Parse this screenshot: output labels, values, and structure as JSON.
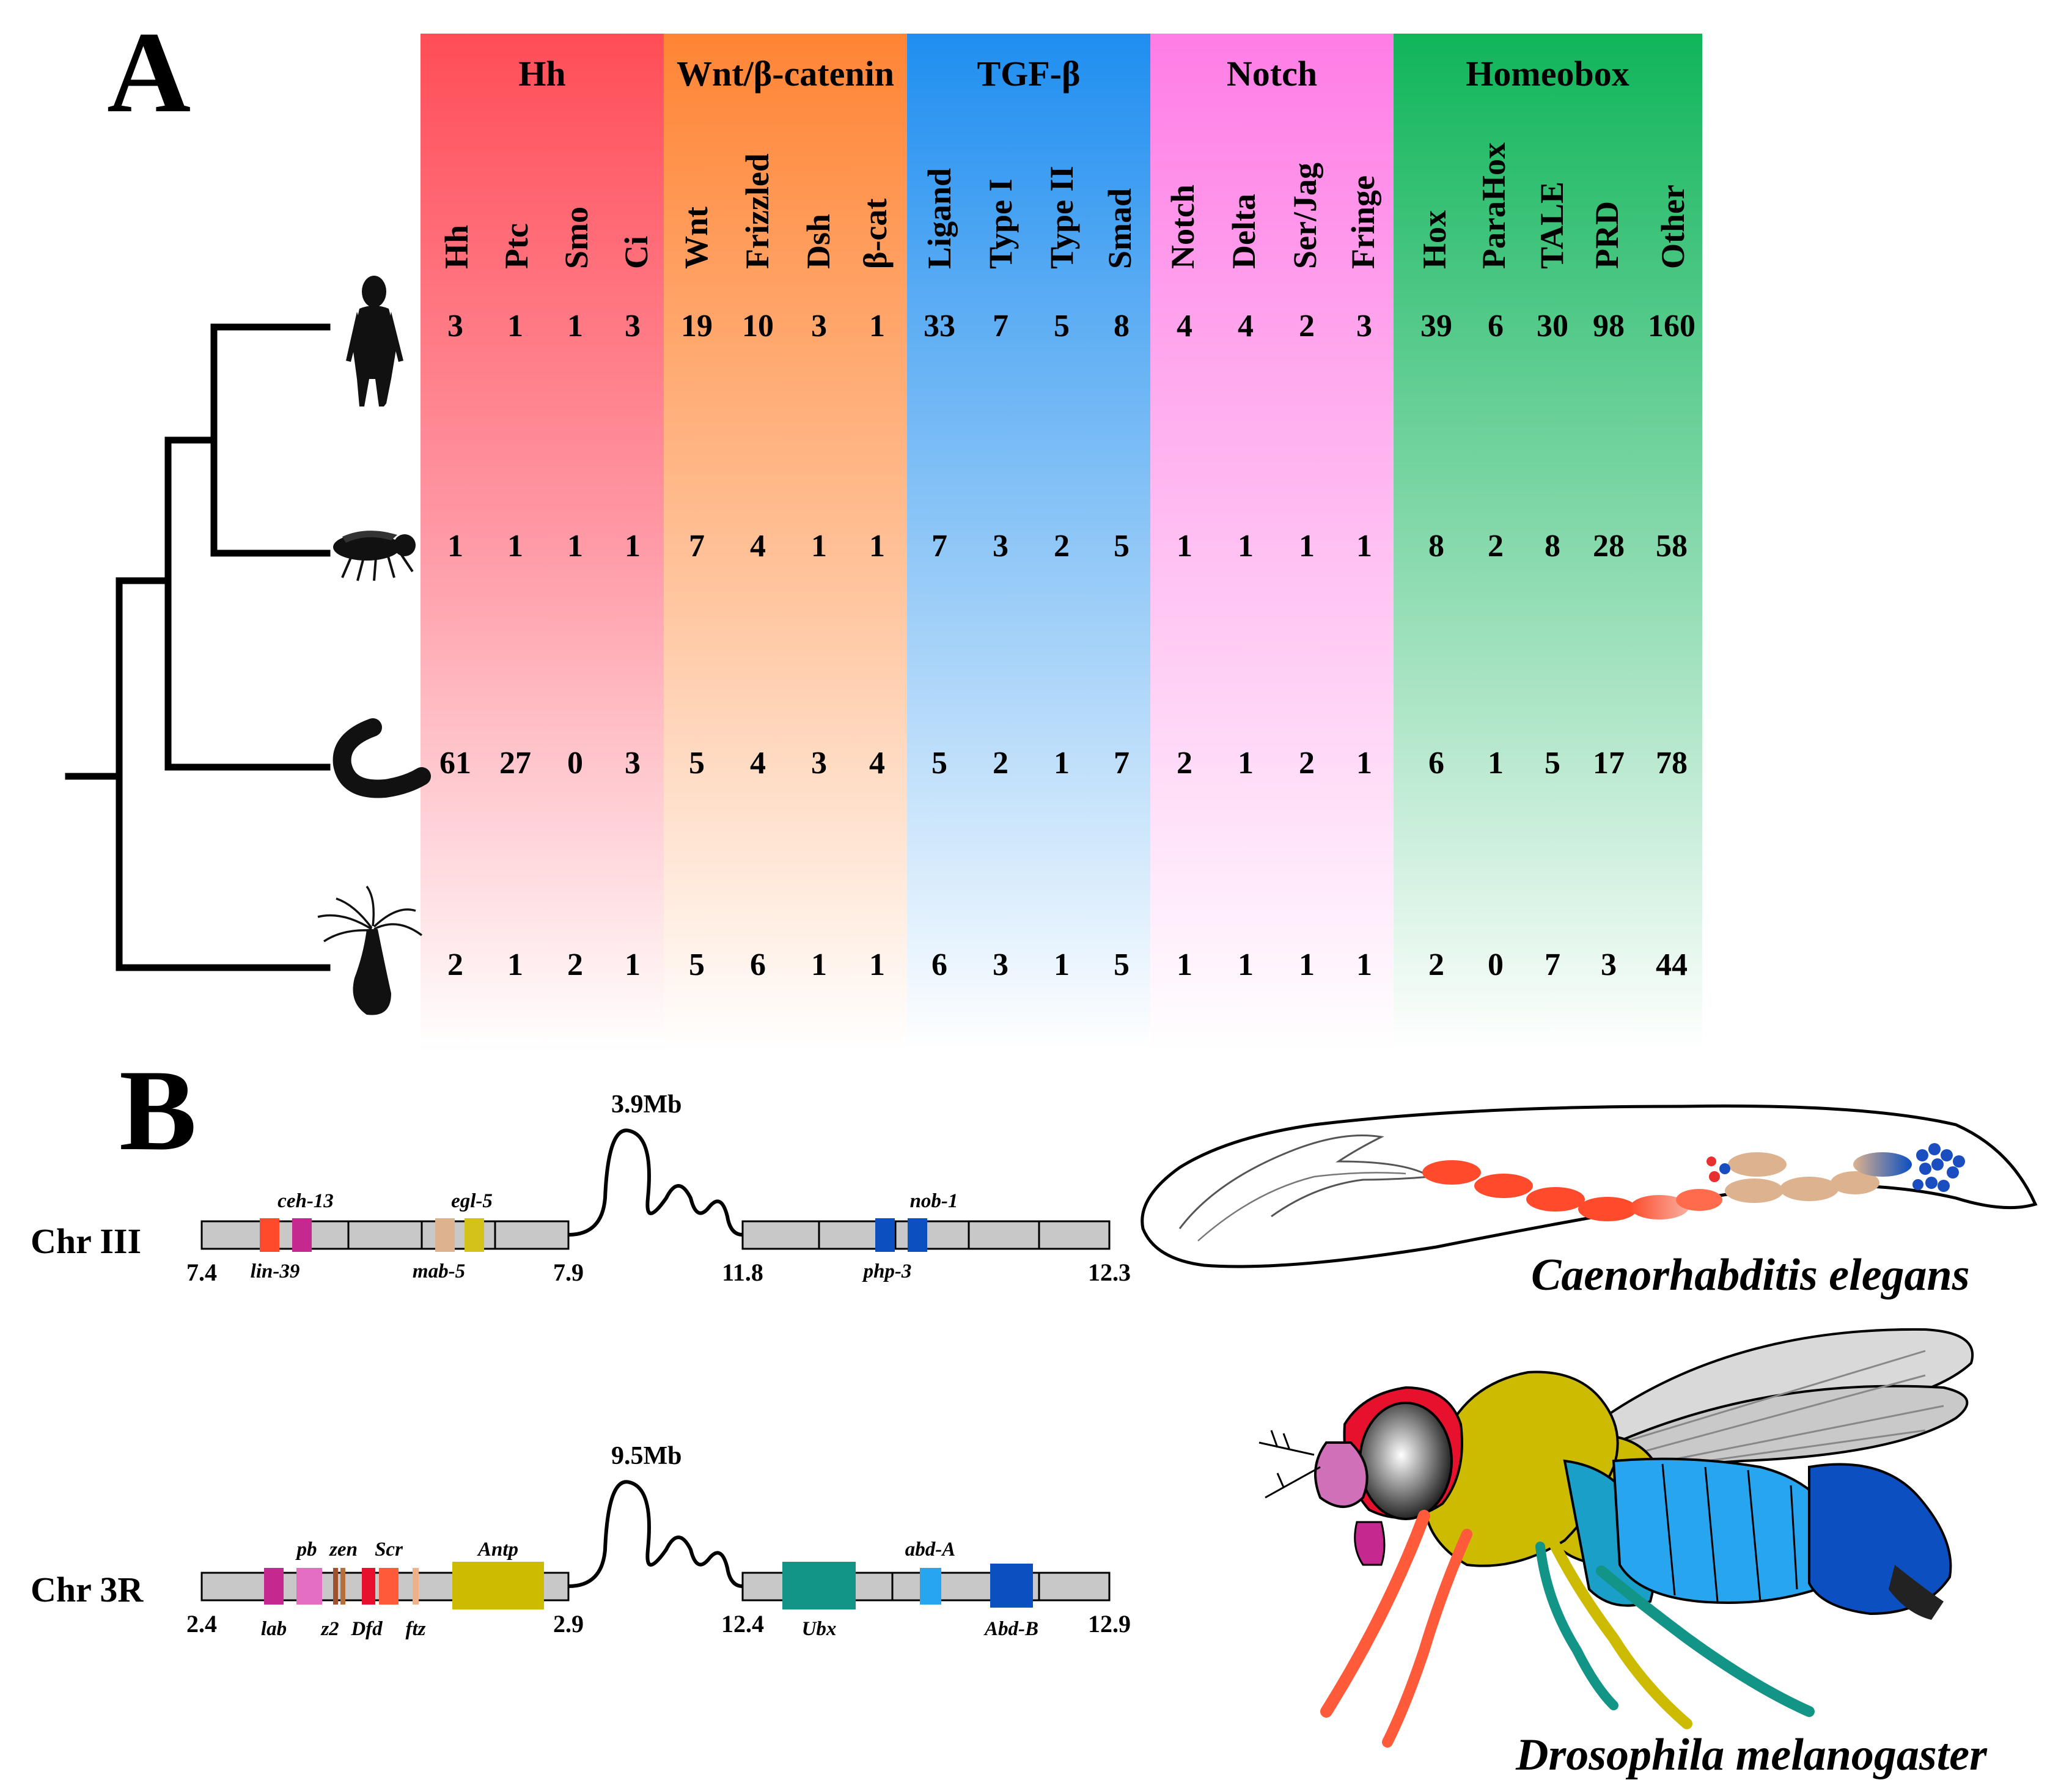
{
  "panel_a": {
    "label": "A",
    "groups": [
      {
        "name": "Hh",
        "color": "#ff4d57",
        "columns": [
          "Hh",
          "Ptc",
          "Smo",
          "Ci"
        ]
      },
      {
        "name": "Wnt/β-catenin",
        "color": "#ff8434",
        "columns": [
          "Wnt",
          "Frizzled",
          "Dsh",
          "β-cat"
        ]
      },
      {
        "name": "TGF-β",
        "color": "#1f8ef0",
        "columns": [
          "Ligand",
          "Type I",
          "Type II",
          "Smad"
        ]
      },
      {
        "name": "Notch",
        "color": "#ff7de6",
        "columns": [
          "Notch",
          "Delta",
          "Ser/Jag",
          "Fringe"
        ]
      },
      {
        "name": "Homeobox",
        "color": "#10b55a",
        "columns": [
          "Hox",
          "ParaHox",
          "TALE",
          "PRD",
          "Other"
        ]
      }
    ],
    "species_icons": [
      "human-silhouette",
      "fly-silhouette",
      "worm-silhouette",
      "hydra-silhouette"
    ],
    "rows": [
      [
        "3",
        "1",
        "1",
        "3",
        "19",
        "10",
        "3",
        "1",
        "33",
        "7",
        "5",
        "8",
        "4",
        "4",
        "2",
        "3",
        "39",
        "6",
        "30",
        "98",
        "160"
      ],
      [
        "1",
        "1",
        "1",
        "1",
        "7",
        "4",
        "1",
        "1",
        "7",
        "3",
        "2",
        "5",
        "1",
        "1",
        "1",
        "1",
        "8",
        "2",
        "8",
        "28",
        "58"
      ],
      [
        "61",
        "27",
        "0",
        "3",
        "5",
        "4",
        "3",
        "4",
        "5",
        "2",
        "1",
        "7",
        "2",
        "1",
        "2",
        "1",
        "6",
        "1",
        "5",
        "17",
        "78"
      ],
      [
        "2",
        "1",
        "2",
        "1",
        "5",
        "6",
        "1",
        "1",
        "6",
        "3",
        "1",
        "5",
        "1",
        "1",
        "1",
        "1",
        "2",
        "0",
        "7",
        "3",
        "44"
      ]
    ]
  },
  "panel_b": {
    "label": "B",
    "celegans": {
      "chromosome": "Chr III",
      "gap_label": "3.9Mb",
      "coords": [
        "7.4",
        "7.9",
        "11.8",
        "12.3"
      ],
      "genes_top": [
        "ceh-13",
        "egl-5",
        "nob-1"
      ],
      "genes_bottom": [
        "lin-39",
        "mab-5",
        "php-3"
      ],
      "species": "Caenorhabditis elegans"
    },
    "drosophila": {
      "chromosome": "Chr 3R",
      "gap_label": "9.5Mb",
      "coords": [
        "2.4",
        "2.9",
        "12.4",
        "12.9"
      ],
      "genes_top": [
        "pb",
        "zen",
        "Scr",
        "Antp",
        "abd-A"
      ],
      "genes_bottom": [
        "lab",
        "z2",
        "Dfd",
        "ftz",
        "Ubx",
        "Abd-B"
      ],
      "species": "Drosophila melanogaster"
    },
    "gene_colors": {
      "lab": "#c5288f",
      "pb": "#e46fc2",
      "zen": "#a0522d",
      "z2": "#b3703a",
      "Dfd": "#e8112d",
      "Scr": "#ff5b3b",
      "ftz": "#f0b08a",
      "Antp": "#ccbb00",
      "Ubx": "#129486",
      "abd-A": "#27a5ee",
      "Abd-B": "#0b4fc0",
      "lin-39": "#ff4b2b",
      "ceh-13": "#c5288f",
      "mab-5": "#dcb28f",
      "egl-5": "#d4c21a",
      "php-3": "#0b4fc0",
      "nob-1": "#0b4fc0"
    }
  }
}
